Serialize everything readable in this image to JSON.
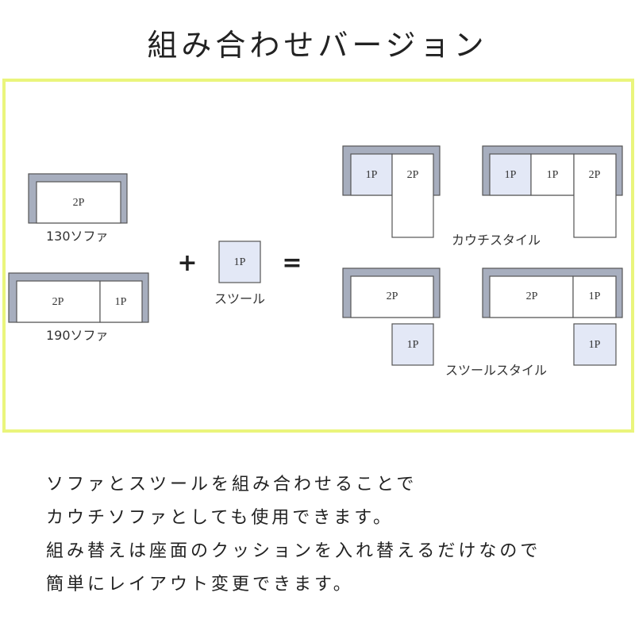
{
  "title": "組み合わせバージョン",
  "diagram": {
    "sofa130": {
      "label": "130ソファ",
      "seat": "2P"
    },
    "sofa190": {
      "label": "190ソファ",
      "seats": [
        "2P",
        "1P"
      ]
    },
    "stool": {
      "label": "スツール",
      "seat": "1P"
    },
    "plus": "+",
    "equals": "=",
    "couch_style": {
      "label": "カウチスタイル",
      "left": {
        "seats": [
          "1P",
          "2P"
        ]
      },
      "right": {
        "seats": [
          "1P",
          "1P",
          "2P"
        ]
      }
    },
    "stool_style": {
      "label": "スツールスタイル",
      "left": {
        "seat": "2P",
        "stool": "1P"
      },
      "right": {
        "seats": [
          "2P",
          "1P"
        ],
        "stool": "1P"
      }
    }
  },
  "description": [
    "ソファとスツールを組み合わせることで",
    "カウチソファとしても使用できます。",
    "組み替えは座面のクッションを入れ替えるだけなので",
    "簡単にレイアウト変更できます。"
  ],
  "colors": {
    "frame": "#eaf57c",
    "sofa_body": "#a7aebe",
    "stool_fill": "#e3e8f6",
    "seat_fill": "#ffffff"
  }
}
